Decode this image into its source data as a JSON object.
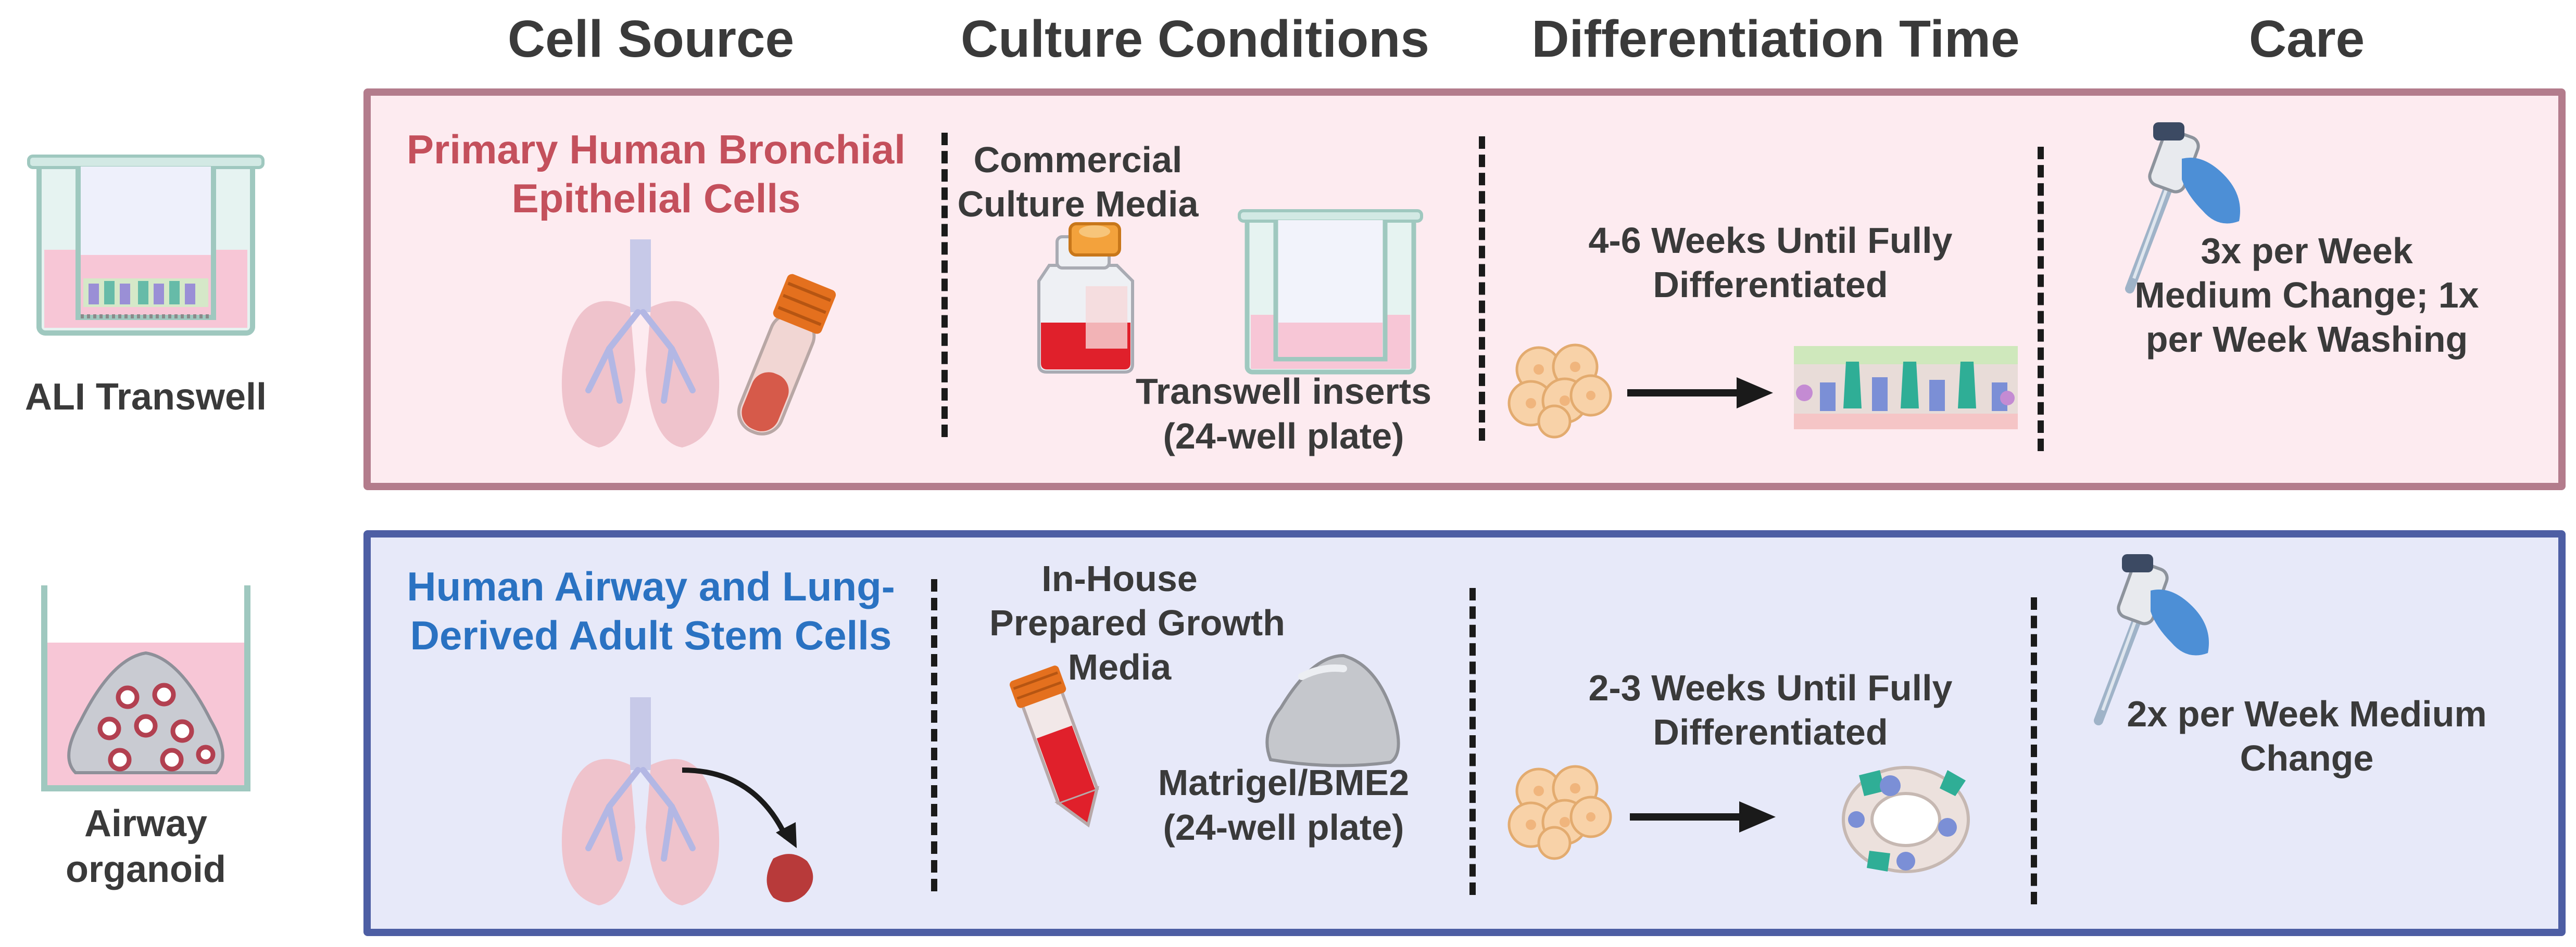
{
  "headers": {
    "cell_source": "Cell Source",
    "culture_conditions": "Culture Conditions",
    "differentiation_time": "Differentiation Time",
    "care": "Care"
  },
  "side_labels": {
    "ali": "ALI Transwell",
    "organoid_line1": "Airway",
    "organoid_line2": "organoid"
  },
  "ali_row": {
    "source_line1": "Primary Human Bronchial",
    "source_line2": "Epithelial Cells",
    "media_line1": "Commercial",
    "media_line2": "Culture Media",
    "insert_line1": "Transwell inserts",
    "insert_line2": "(24-well plate)",
    "time_line1": "4-6 Weeks Until Fully",
    "time_line2": "Differentiated",
    "care_line1": "3x per Week",
    "care_line2": "Medium Change; 1x",
    "care_line3": "per Week Washing"
  },
  "organoid_row": {
    "source_line1": "Human Airway and Lung-",
    "source_line2": "Derived Adult Stem Cells",
    "media_line1": "In-House",
    "media_line2": "Prepared Growth",
    "media_line3": "Media",
    "matrix_line1": "Matrigel/BME2",
    "matrix_line2": "(24-well plate)",
    "time_line1": "2-3 Weeks Until Fully",
    "time_line2": "Differentiated",
    "care_line1": "2x per Week Medium",
    "care_line2": "Change"
  },
  "colors": {
    "ali_border": "#b37c8c",
    "ali_fill": "#fdebf0",
    "ali_source_text": "#c4505c",
    "organoid_border": "#4d5ea4",
    "organoid_fill": "#e7e9f9",
    "organoid_source_text": "#2a72c2"
  }
}
